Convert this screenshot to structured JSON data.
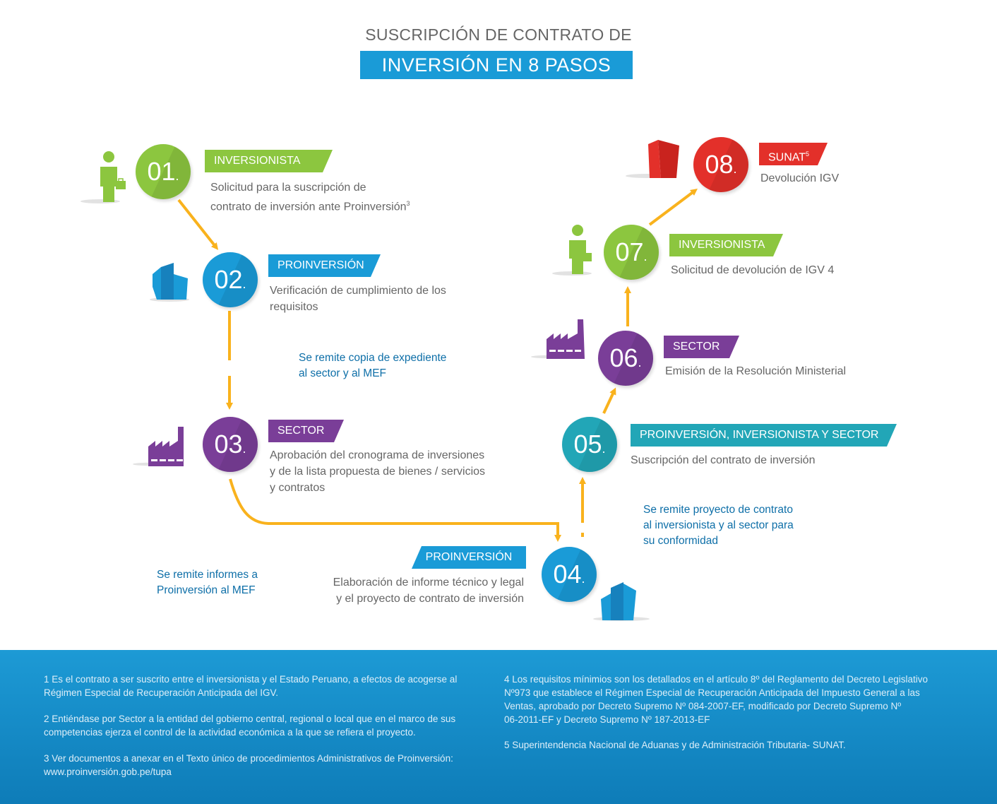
{
  "title": {
    "line1": "SUSCRIPCIÓN DE CONTRATO DE",
    "line2": "INVERSIÓN EN 8 PASOS"
  },
  "colors": {
    "green": "#8cc63f",
    "blue": "#1a9bd7",
    "purple": "#7a3e98",
    "teal": "#22a6b7",
    "red": "#e3302a",
    "arrow": "#f9b21d"
  },
  "steps": [
    {
      "number": "01",
      "tag": "INVERSIONISTA",
      "desc_lines": [
        "Solicitud para la suscripción de",
        "contrato de inversión ante Proinversión"
      ],
      "sup": "3",
      "icon": "investor-icon"
    },
    {
      "number": "02",
      "tag": "PROINVERSIÓN",
      "desc_lines": [
        "Verificación de cumplimiento de los",
        "requisitos"
      ],
      "icon": "building-icon"
    },
    {
      "number": "03",
      "tag": "SECTOR",
      "desc_lines": [
        "Aprobación del cronograma de inversiones",
        "y de la lista propuesta de bienes / servicios",
        "y contratos"
      ],
      "icon": "factory-icon"
    },
    {
      "number": "04",
      "tag": "PROINVERSIÓN",
      "desc_lines": [
        "Elaboración de informe técnico y legal",
        "y el proyecto de contrato de inversión"
      ],
      "icon": "building-icon"
    },
    {
      "number": "05",
      "tag": "PROINVERSIÓN, INVERSIONISTA Y SECTOR",
      "desc_lines": [
        "Suscripción del contrato de inversión"
      ]
    },
    {
      "number": "06",
      "tag": "SECTOR",
      "desc_lines": [
        "Emisión de la Resolución Ministerial"
      ],
      "icon": "factory-icon"
    },
    {
      "number": "07",
      "tag": "INVERSIONISTA",
      "desc_lines": [
        "Solicitud de devolución de IGV 4"
      ],
      "icon": "investor-icon"
    },
    {
      "number": "08",
      "tag": "SUNAT",
      "tag_sup": "5",
      "desc_lines": [
        "Devolución IGV"
      ],
      "icon": "sunat-building-icon"
    }
  ],
  "notes": {
    "note_02_03": [
      "Se remite copia de expediente",
      "al sector y al MEF"
    ],
    "note_03_04": [
      "Se remite informes a",
      "Proinversión al MEF"
    ],
    "note_04_05": [
      "Se remite proyecto de contrato",
      "al inversionista y al sector para",
      "su conformidad"
    ]
  },
  "footnotes": {
    "f1": [
      "1 Es el contrato a ser suscrito entre el inversionista y el Estado Peruano, a efectos  de acogerse al",
      "Régimen Especial de Recuperación Anticipada del IGV."
    ],
    "f2": [
      "2 Entiéndase por Sector a la entidad del gobierno central, regional o local que en el marco de sus",
      "competencias ejerza el control de la   actividad económica a la que se refiera el proyecto."
    ],
    "f3": [
      "3 Ver documentos a anexar en el Texto único de procedimientos Administrativos de Proinversión:",
      "www.proinversión.gob.pe/tupa"
    ],
    "f4": [
      "4 Los requisitos mínimios son los detallados en el artículo 8º del Reglamento del Decreto Legislativo",
      "Nº973 que establece el Régimen Especial de Recuperación Anticipada del Impuesto General a las",
      "Ventas, aprobado por Decreto Supremo Nº 084-2007-EF, modificado por Decreto Supremo Nº",
      "06-2011-EF y Decreto Supremo Nº 187-2013-EF"
    ],
    "f5": [
      "5 Superintendencia Nacional de Aduanas y de Administración Tributaria- SUNAT."
    ]
  }
}
